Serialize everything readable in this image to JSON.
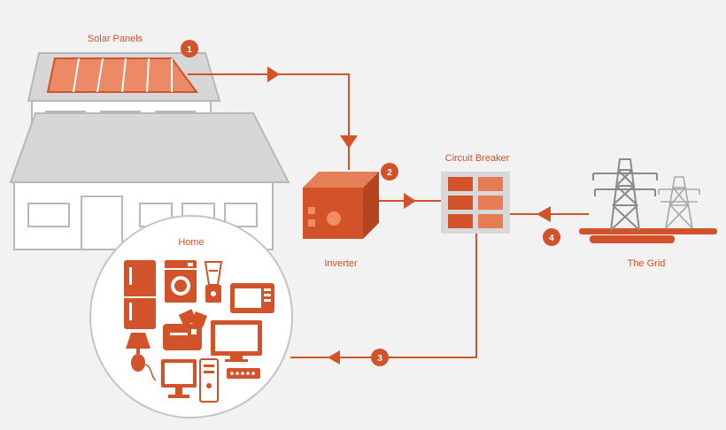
{
  "labels": {
    "solar_panels": "Solar Panels",
    "inverter": "Inverter",
    "circuit_breaker": "Circuit Breaker",
    "the_grid": "The Grid",
    "home": "Home"
  },
  "steps": [
    "1",
    "2",
    "3",
    "4"
  ],
  "icons": {
    "solar": "solar-panel-icon",
    "house": "house-icon",
    "inverter": "inverter-icon",
    "breaker": "circuit-breaker-icon",
    "grid": "power-tower-icon",
    "appliances": [
      "refrigerator-icon",
      "washing-machine-icon",
      "blender-icon",
      "microwave-icon",
      "toaster-icon",
      "lamp-icon",
      "tv-icon",
      "computer-monitor-icon",
      "desktop-tower-icon",
      "dvd-player-icon"
    ]
  },
  "colors": {
    "accent": "#d2522a",
    "light_accent": "#e98a63",
    "house_fill": "#ffffff",
    "roof_fill": "#d6d6d6",
    "outline": "#b8b8b8",
    "background": "#f2f2f2"
  }
}
